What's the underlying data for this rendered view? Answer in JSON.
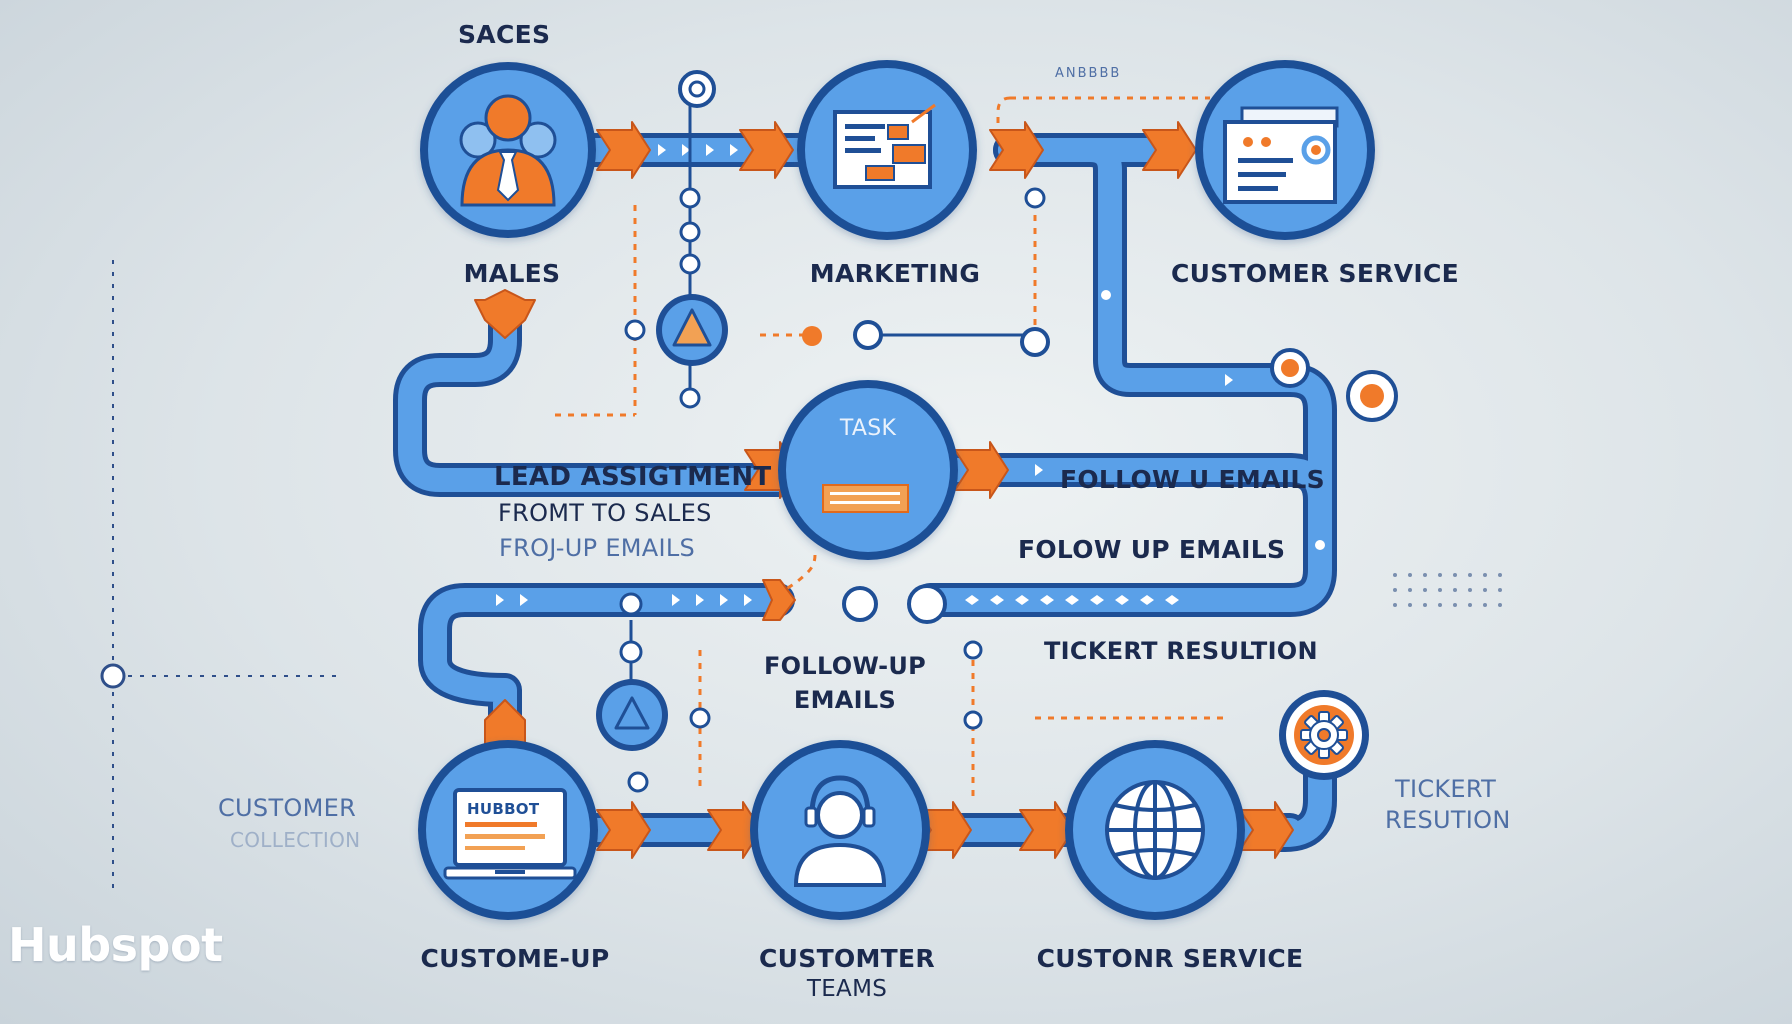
{
  "brand": "Hubspot",
  "colors": {
    "blue": "#4a8fdc",
    "blue_dark": "#1f4f96",
    "orange": "#f07a2a",
    "navy": "#1b2a4e",
    "screen_orange": "#f2a154"
  },
  "labels": {
    "top_left_heading": "SACES",
    "small_caption": "ANBBBB",
    "sales": "MALES",
    "marketing": "MARKETING",
    "customer_service_top": "CUSTOMER SERVICE",
    "task": "TASK",
    "lead_line1": "LEAD ASSIGTMENT",
    "lead_line2": "FROMT TO SALES",
    "lead_line3": "FROJ-UP EMAILS",
    "follow_right_1": "FOLLOW U EMAILS",
    "follow_right_2": "FOLOW UP EMAILS",
    "ticket_mid": "TICKERT RESULTION",
    "follow_mid_line1": "FOLLOW-UP",
    "follow_mid_line2": "EMAILS",
    "customer_side_line1": "CUSTOMER",
    "customer_side_line2": "COLLECTION",
    "ticket_side_line1": "TICKERT",
    "ticket_side_line2": "RESUTION",
    "custome_up": "CUSTOME-UP",
    "teams_line1": "CUSTOMTER",
    "teams_line2": "TEAMS",
    "customer_service_bottom": "CUSTONR SERVICE",
    "laptop_brand": "HUBBOT"
  },
  "icons": {
    "sales": "businessman-icon",
    "marketing": "board-icon",
    "customer_service_top": "profile-card-icon",
    "task": "task-list-icon",
    "triangle_top": "triangle-icon",
    "triangle_bottom": "triangle-icon",
    "hubbot": "laptop-icon",
    "teams": "support-agent-icon",
    "customer_service_bottom": "globe-icon",
    "gear": "gear-icon"
  }
}
